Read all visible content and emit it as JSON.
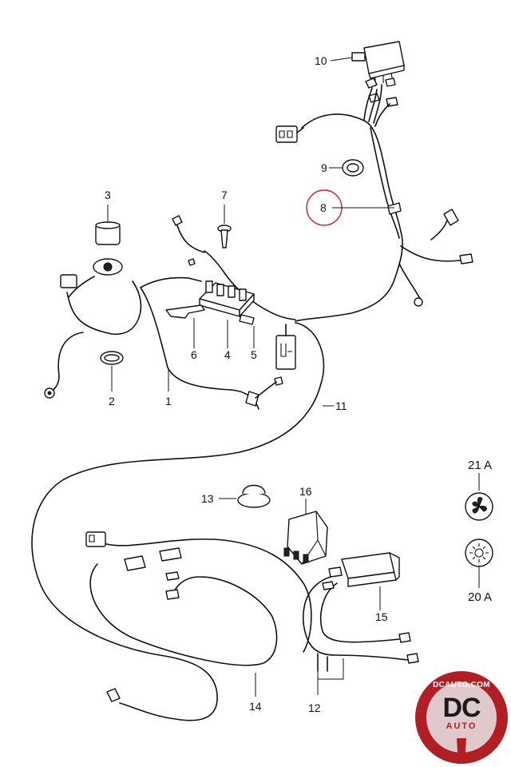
{
  "callouts": {
    "c1": "1",
    "c2": "2",
    "c3": "3",
    "c4": "4",
    "c5": "5",
    "c6": "6",
    "c7": "7",
    "c8": "8",
    "c9": "9",
    "c10": "10",
    "c11": "11",
    "c12": "12",
    "c13": "13",
    "c14": "14",
    "c15": "15",
    "c16": "16",
    "c20a": "20 A",
    "c21a": "21 A"
  },
  "highlight_color": "#d9202a",
  "watermark": {
    "site": "DCAUTO.COM",
    "mark": "DC",
    "sub": "AUTO",
    "colors": {
      "outer": "#b11f24",
      "inner": "#e8e8e8",
      "letters": "#1a1a1a"
    }
  },
  "icons": [
    "fan-icon",
    "light-bulb-icon"
  ]
}
